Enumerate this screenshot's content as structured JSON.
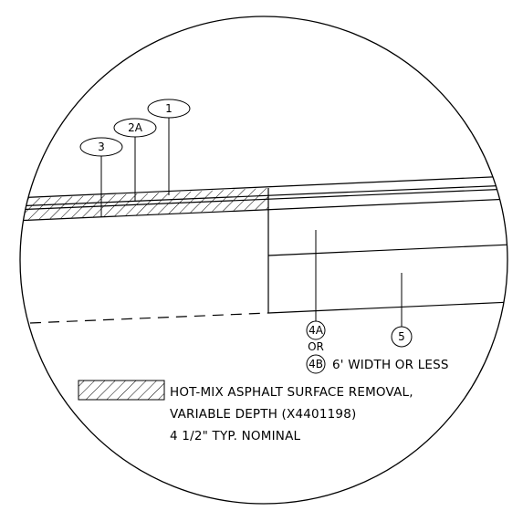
{
  "callouts": {
    "c1": "1",
    "c2a": "2A",
    "c3": "3",
    "c4a": "4A",
    "or": "OR",
    "c4b": "4B",
    "c4b_note": "6' WIDTH OR LESS",
    "c5": "5"
  },
  "legend": {
    "line1": "HOT-MIX ASPHALT SURFACE REMOVAL,",
    "line2": "VARIABLE DEPTH (X4401198)",
    "line3": "4 1/2\" TYP. NOMINAL"
  }
}
